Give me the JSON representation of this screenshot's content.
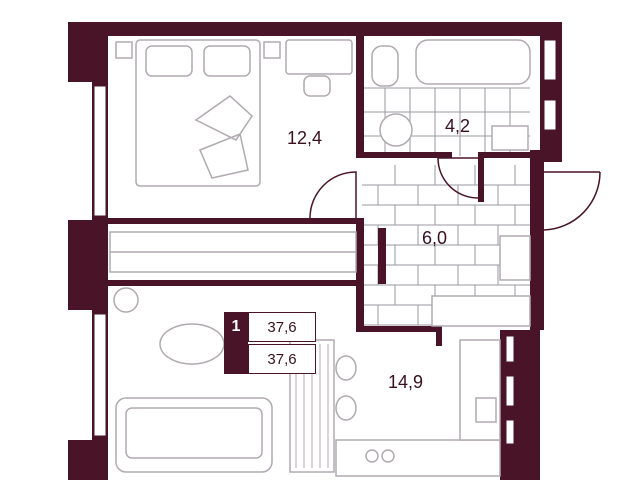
{
  "colors": {
    "wall": "#4a1428",
    "floor": "#ffffff",
    "furniture": "#b0aab0",
    "tile": "#9a9aa0"
  },
  "rooms": {
    "bedroom": {
      "area": "12,4"
    },
    "bathroom": {
      "area": "4,2"
    },
    "hall": {
      "area": "6,0"
    },
    "living": {
      "area": "14,9"
    }
  },
  "badge": {
    "rooms": "1",
    "total_area": "37,6",
    "living_area": "37,6"
  }
}
